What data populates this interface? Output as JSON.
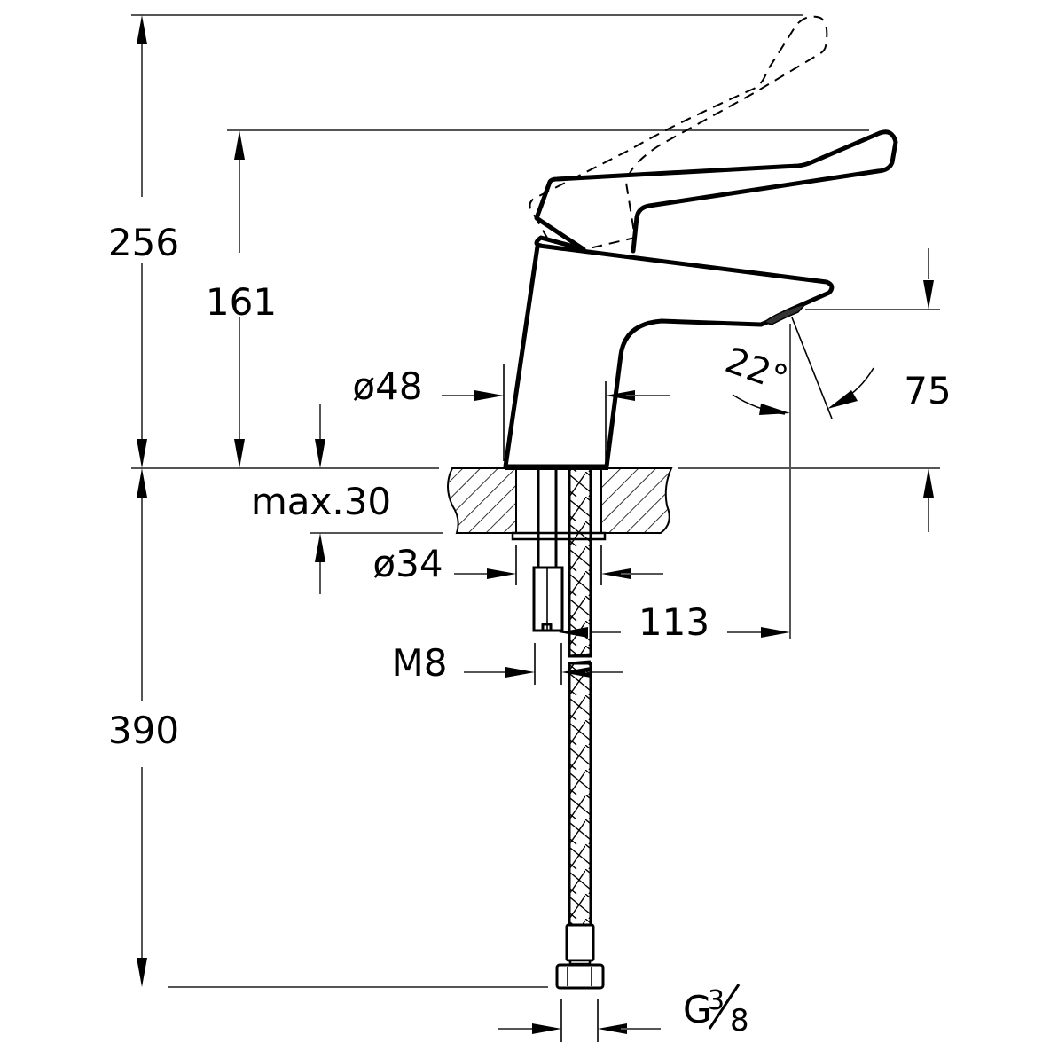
{
  "drawing": {
    "subject": "Single-lever basin mixer with long clinical handle",
    "colors": {
      "line": "#000000",
      "dimension_line": "#555555",
      "background": "#ffffff"
    }
  },
  "dimensions": {
    "total_height": "256",
    "handle_height": "161",
    "body_diameter": "ø48",
    "spout_height": "75",
    "spout_angle": "22°",
    "countertop_max": "max.30",
    "shank_diameter": "ø34",
    "projection": "113",
    "stud_thread": "M8",
    "hose_length": "390",
    "hose_connection_main": "G",
    "hose_connection_num": "3",
    "hose_connection_den": "8"
  }
}
